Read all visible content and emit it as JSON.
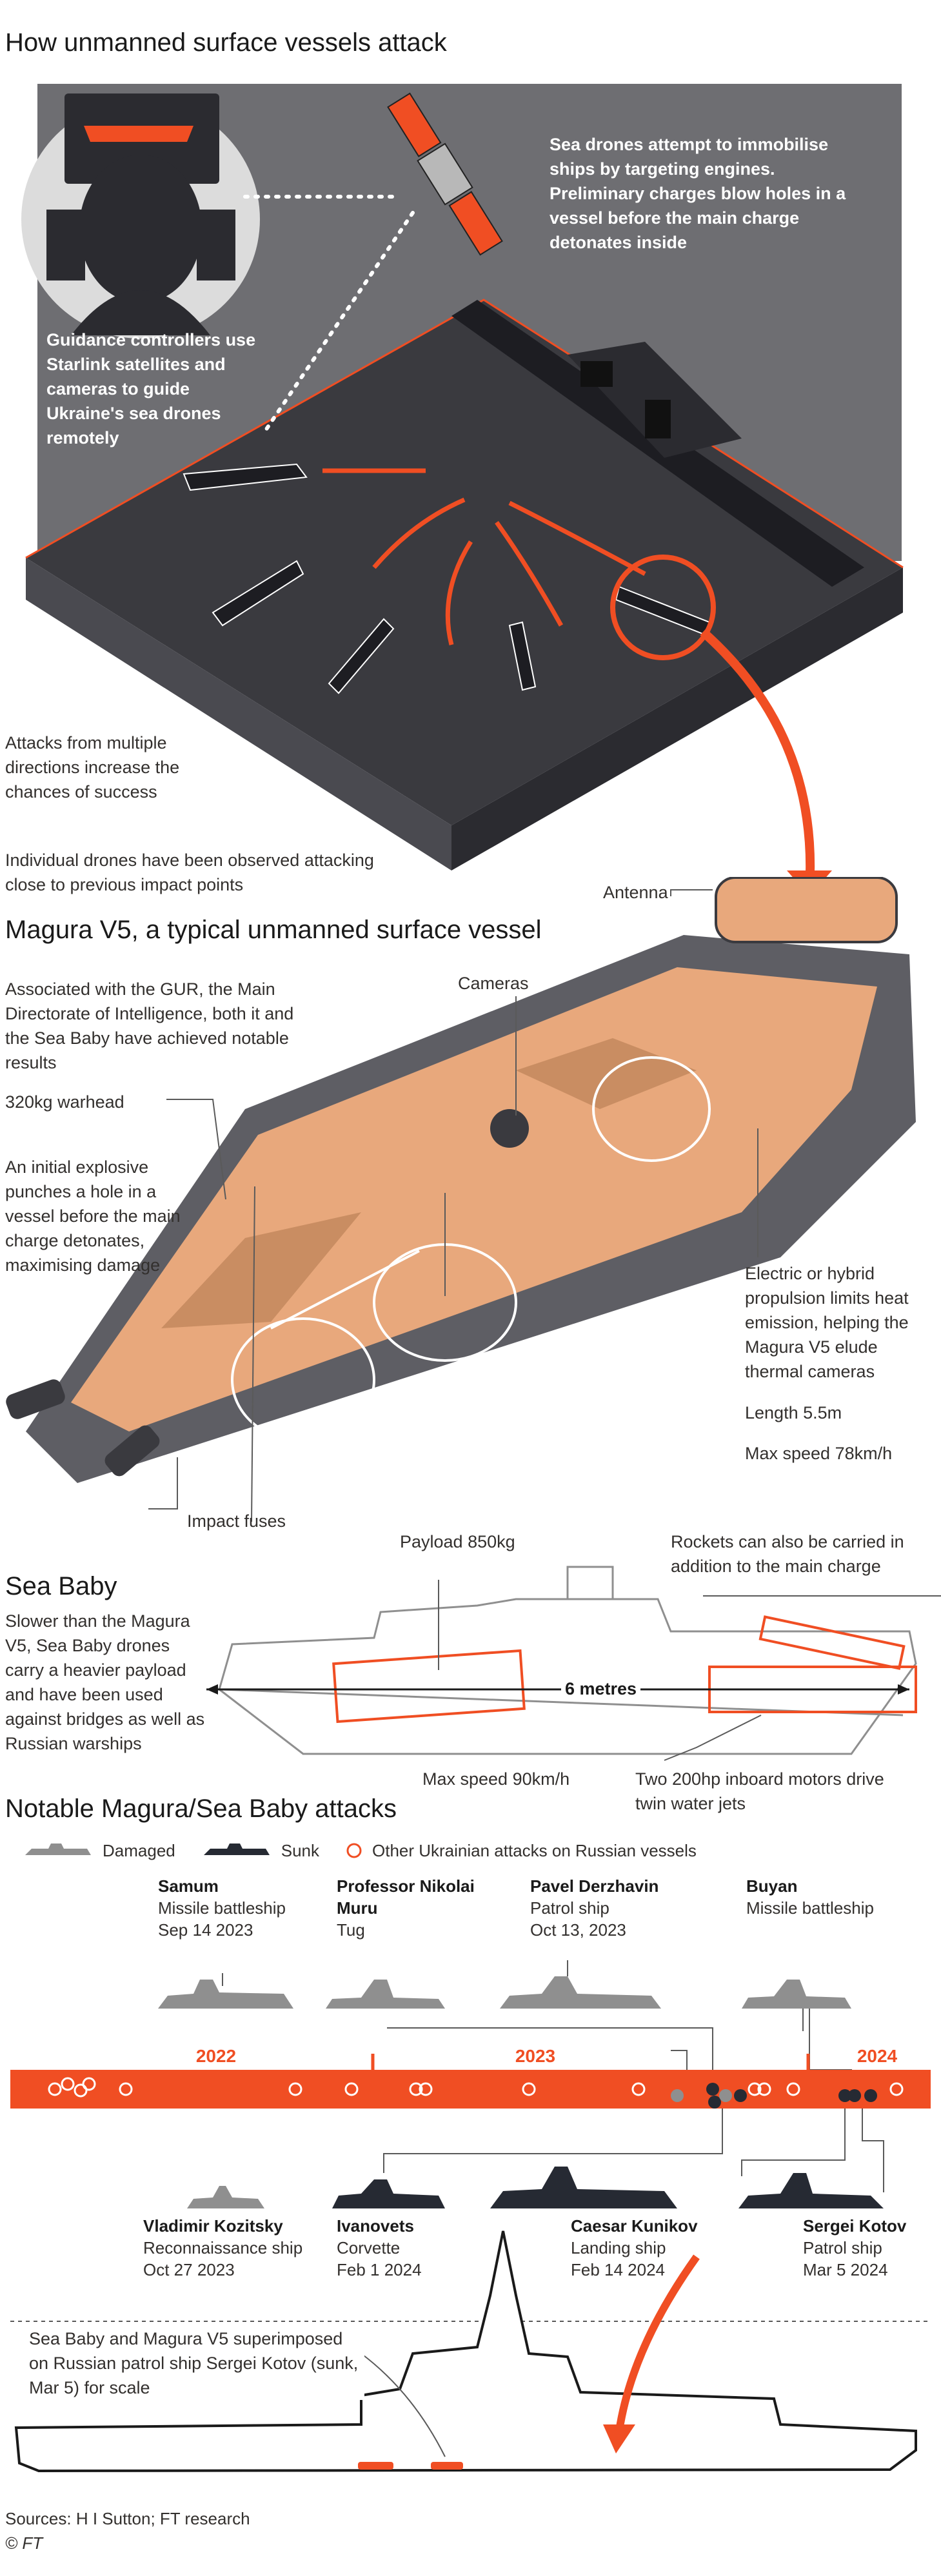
{
  "section1": {
    "title": "How unmanned surface vessels attack",
    "engine_note": "Sea drones attempt to immobilise ships by targeting engines. Preliminary charges blow holes in a vessel before the main charge detonates inside",
    "guidance_note": "Guidance controllers use Starlink satellites and cameras to guide Ukraine's sea drones remotely",
    "directions_note": "Attacks from multiple directions increase the chances of success",
    "impact_note": "Individual drones have been observed attacking close to previous impact points"
  },
  "section2": {
    "title": "Magura V5, a typical unmanned surface vessel",
    "antenna": "Antenna",
    "cameras": "Cameras",
    "gur_note": "Associated with the GUR, the Main Directorate of Intelligence, both it and the Sea Baby have achieved notable results",
    "warhead": "320kg warhead",
    "explosive_note": "An initial explosive punches a hole in a vessel before the main charge detonates, maximising damage",
    "propulsion_note": "Electric or hybrid propulsion limits heat emission, helping the Magura V5 elude thermal cameras",
    "length": "Length 5.5m",
    "max_speed": "Max speed 78km/h",
    "impact_fuses": "Impact fuses"
  },
  "section3": {
    "title": "Sea Baby",
    "description": "Slower than the Magura V5, Sea Baby drones carry a heavier payload and have been used against bridges as well as Russian warships",
    "payload": "Payload 850kg",
    "rockets_note": "Rockets can also be carried in addition to the main charge",
    "length": "6 metres",
    "max_speed": "Max speed 90km/h",
    "motors_note": "Two 200hp inboard motors drive twin water jets"
  },
  "section4": {
    "title": "Notable Magura/Sea Baby attacks",
    "legend": {
      "damaged": "Damaged",
      "sunk": "Sunk",
      "other": "Other Ukrainian attacks on Russian vessels"
    },
    "colors": {
      "accent": "#f04e23",
      "damaged": "#8f8f8f",
      "sunk": "#262a33",
      "dark_bg": "#3d3d42"
    },
    "years": [
      "2022",
      "2023",
      "2024"
    ],
    "ships_top": [
      {
        "name": "Samum",
        "type": "Missile battleship",
        "date": "Sep 14 2023",
        "status": "damaged"
      },
      {
        "name": "Professor Nikolai Muru",
        "type": "Tug",
        "date": "",
        "status": "damaged"
      },
      {
        "name": "Pavel Derzhavin",
        "type": "Patrol ship",
        "date": "Oct 13, 2023",
        "status": "damaged"
      },
      {
        "name": "Buyan",
        "type": "Missile battleship",
        "date": "",
        "status": "damaged"
      }
    ],
    "ships_bottom": [
      {
        "name": "Vladimir Kozitsky",
        "type": "Reconnaissance ship",
        "date": "Oct 27 2023",
        "status": "damaged"
      },
      {
        "name": "Ivanovets",
        "type": "Corvette",
        "date": "Feb 1 2024",
        "status": "sunk"
      },
      {
        "name": "Caesar Kunikov",
        "type": "Landing ship",
        "date": "Feb 14 2024",
        "status": "sunk"
      },
      {
        "name": "Sergei Kotov",
        "type": "Patrol ship",
        "date": "Mar 5 2024",
        "status": "sunk"
      }
    ],
    "scale_note": "Sea Baby and Magura V5 superimposed on Russian patrol ship Sergei Kotov (sunk, Mar 5) for scale"
  },
  "footer": {
    "sources": "Sources: H I Sutton; FT research",
    "copyright": "© FT"
  }
}
